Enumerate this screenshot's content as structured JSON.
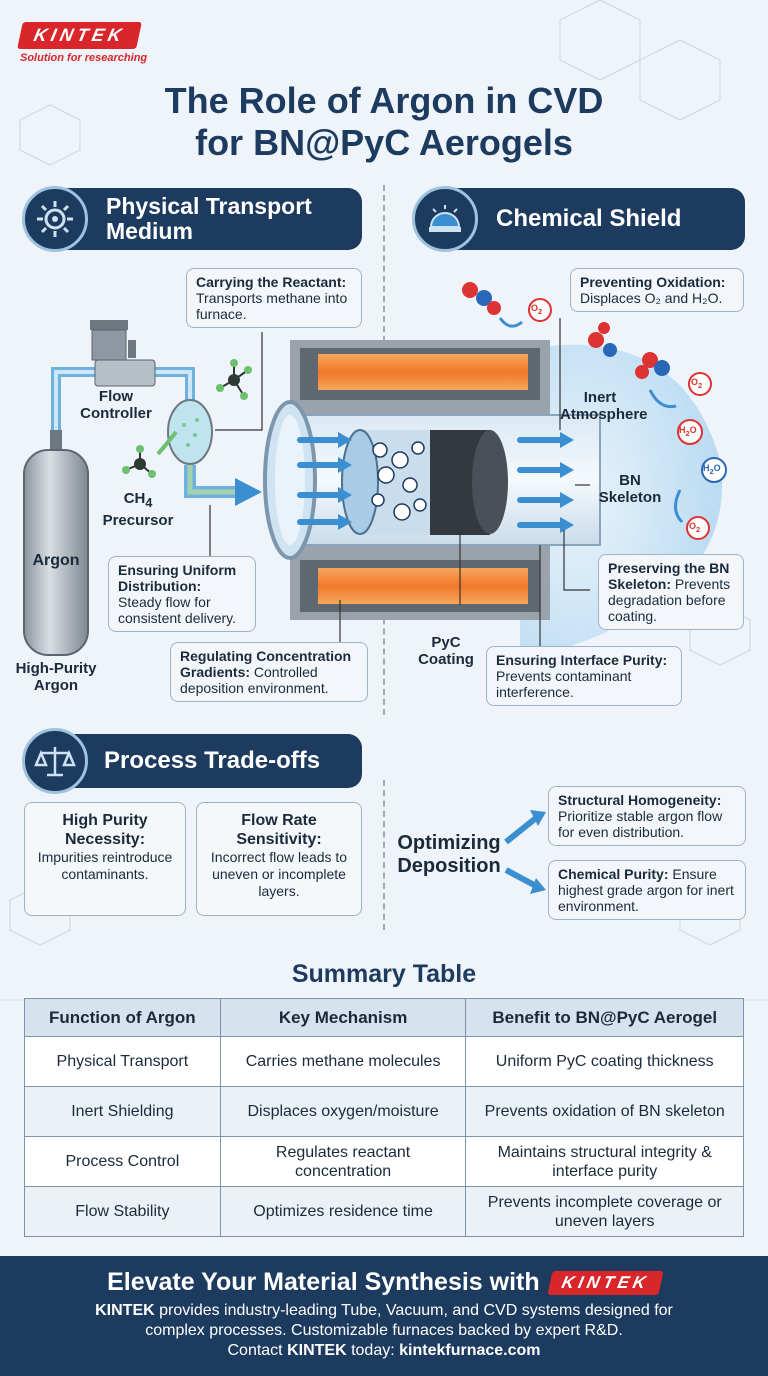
{
  "brand": {
    "logo": "KINTEK",
    "tagline": "Solution for researching"
  },
  "title_line1": "The Role of Argon in CVD",
  "title_line2": "for BN@PyC Aerogels",
  "sections": {
    "physical": "Physical Transport Medium",
    "chemical": "Chemical Shield",
    "tradeoffs": "Process Trade-offs"
  },
  "diagram_labels": {
    "flow_controller": "Flow Controller",
    "ch4": "CH",
    "ch4_sub": "4",
    "precursor": "Precursor",
    "argon": "Argon",
    "high_purity": "High-Purity Argon",
    "inert_atmosphere": "Inert Atmosphere",
    "bn_skeleton": "BN Skeleton",
    "pyc_coating": "PyC Coating",
    "o2": "O",
    "o2_sub": "2",
    "h2o": "H",
    "h2o_sub": "2",
    "h2o_end": "O"
  },
  "callouts": {
    "carrying_title": "Carrying the Reactant:",
    "carrying_text": "Transports methane into furnace.",
    "uniform_title": "Ensuring Uniform Distribution:",
    "uniform_text": "Steady flow for consistent delivery.",
    "regulating_title": "Regulating Concentration Gradients:",
    "regulating_text": "Controlled deposition environment.",
    "oxidation_title": "Preventing Oxidation:",
    "oxidation_text": "Displaces O₂ and H₂O.",
    "preserving_title": "Preserving the BN Skeleton:",
    "preserving_text": "Prevents degradation before coating.",
    "interface_title": "Ensuring Interface Purity:",
    "interface_text": "Prevents contaminant interference."
  },
  "tradeoffs": {
    "purity_title": "High Purity Necessity:",
    "purity_text": "Impurities reintroduce contaminants.",
    "flow_title": "Flow Rate Sensitivity:",
    "flow_text": "Incorrect flow leads to uneven or incomplete layers.",
    "optimizing": "Optimizing Deposition",
    "homog_title": "Structural Homogeneity:",
    "homog_text": "Prioritize stable argon flow for even distribution.",
    "chem_title": "Chemical Purity:",
    "chem_text": "Ensure highest grade argon for inert environment."
  },
  "summary": {
    "title": "Summary Table",
    "headers": [
      "Function of Argon",
      "Key Mechanism",
      "Benefit to BN@PyC Aerogel"
    ],
    "rows": [
      [
        "Physical Transport",
        "Carries methane molecules",
        "Uniform PyC coating thickness"
      ],
      [
        "Inert Shielding",
        "Displaces oxygen/moisture",
        "Prevents oxidation of BN skeleton"
      ],
      [
        "Process Control",
        "Regulates reactant concentration",
        "Maintains structural integrity & interface purity"
      ],
      [
        "Flow Stability",
        "Optimizes residence time",
        "Prevents incomplete coverage or uneven layers"
      ]
    ]
  },
  "footer": {
    "title": "Elevate Your Material Synthesis with",
    "logo": "KINTEK",
    "line1_brand": "KINTEK",
    "line1": " provides industry-leading Tube, Vacuum, and CVD systems designed for",
    "line2": "complex processes. Customizable furnaces backed by expert R&D.",
    "line3_pre": "Contact ",
    "line3_brand": "KINTEK",
    "line3_mid": " today: ",
    "line3_url": "kintekfurnace.com"
  },
  "colors": {
    "navy": "#1d3a5f",
    "brand_red": "#d8262b",
    "flow_blue": "#3b8fd0",
    "heater_orange": "#f08a3a"
  }
}
